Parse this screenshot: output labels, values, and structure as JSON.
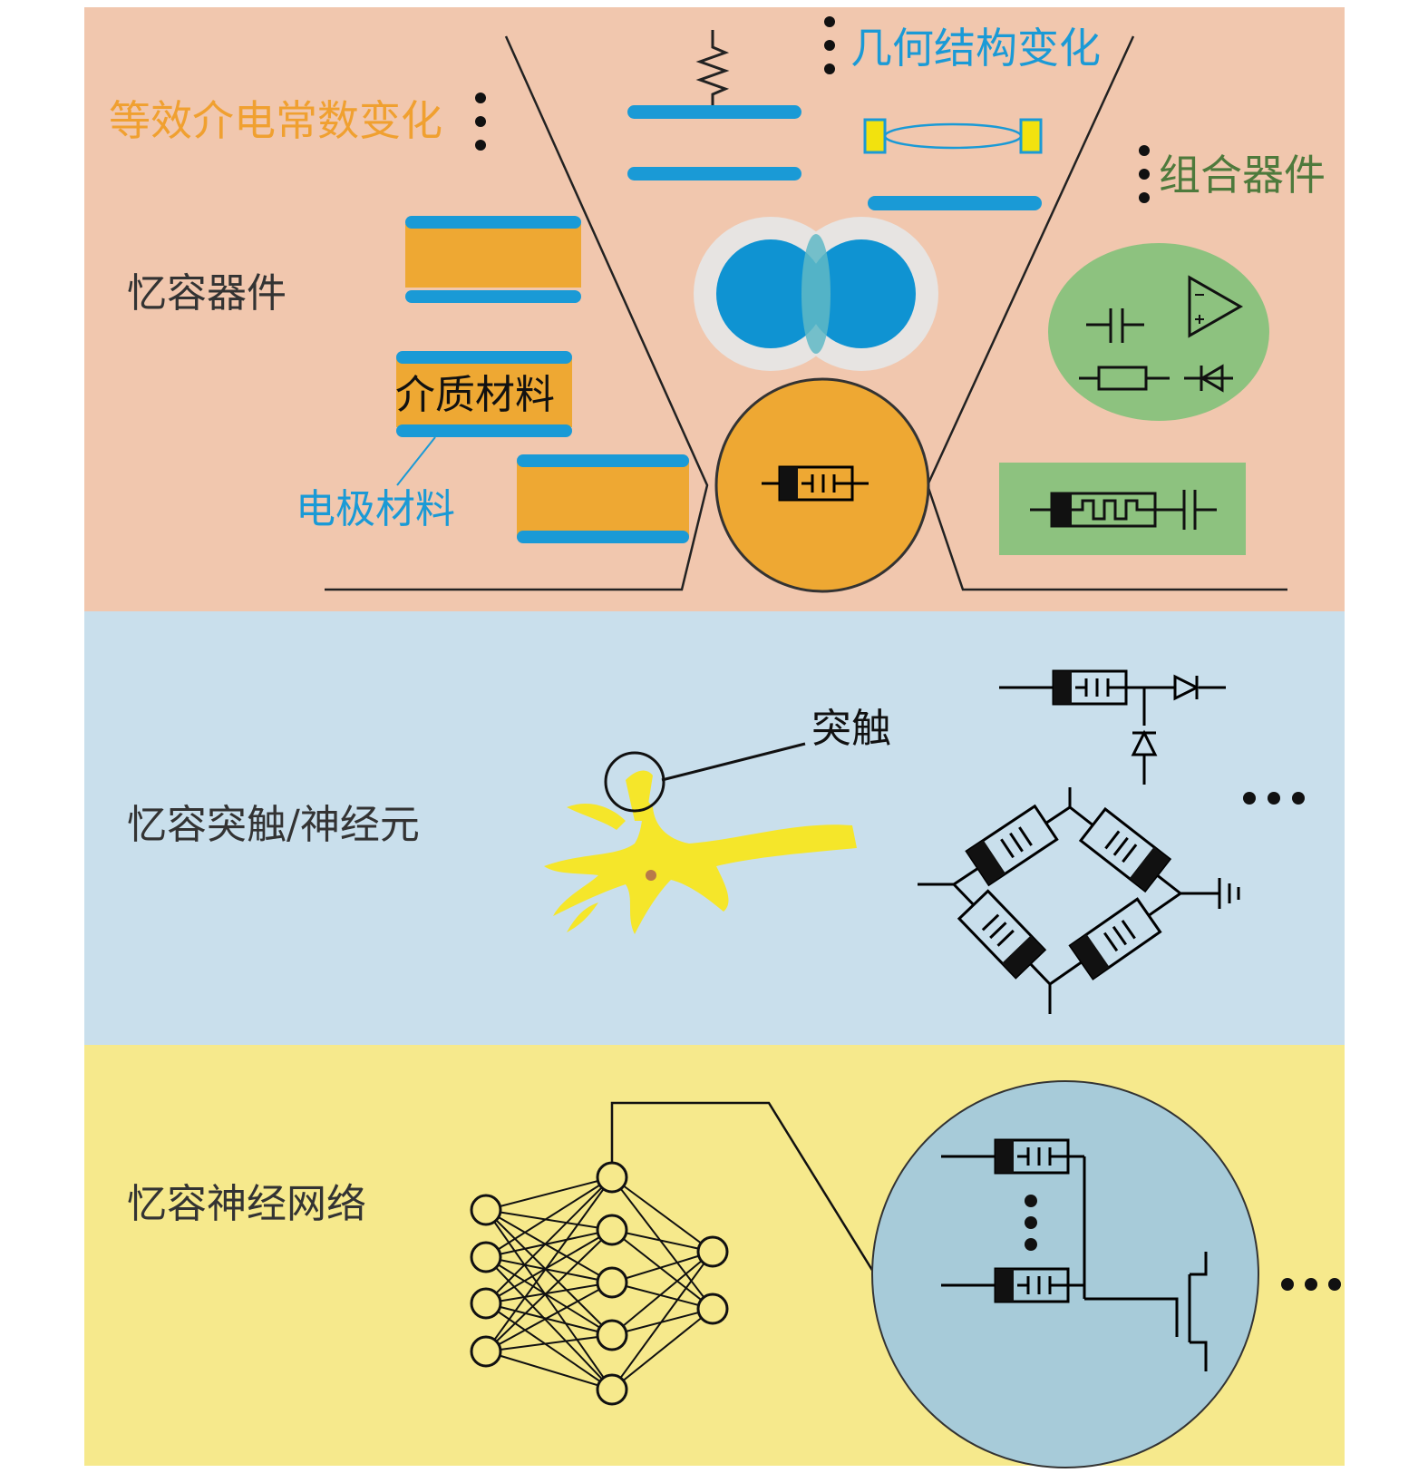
{
  "panels": {
    "device": {
      "title": "忆容器件",
      "effective_dielectric_change": "等效介电常数变化",
      "geometric_structure_change": "几何结构变化",
      "combined_devices": "组合器件",
      "dielectric_material": "介质材料",
      "electrode_material": "电极材料"
    },
    "synapse": {
      "title": "忆容突触/神经元",
      "synapse_label": "突触"
    },
    "network": {
      "title": "忆容神经网络"
    }
  },
  "colors": {
    "panel_device_bg": "#f1c7ae",
    "panel_synapse_bg": "#c9dfec",
    "panel_network_bg": "#f6e98c",
    "electrode_blue": "#1a9ad6",
    "dielectric_orange": "#eea833",
    "combined_green": "#8dc27f",
    "neuron_yellow": "#f5e62a",
    "network_circle": "#a7cbd9",
    "label_orange": "#f0a030",
    "label_blue": "#1a9ad6",
    "label_green": "#4e7a3c"
  }
}
